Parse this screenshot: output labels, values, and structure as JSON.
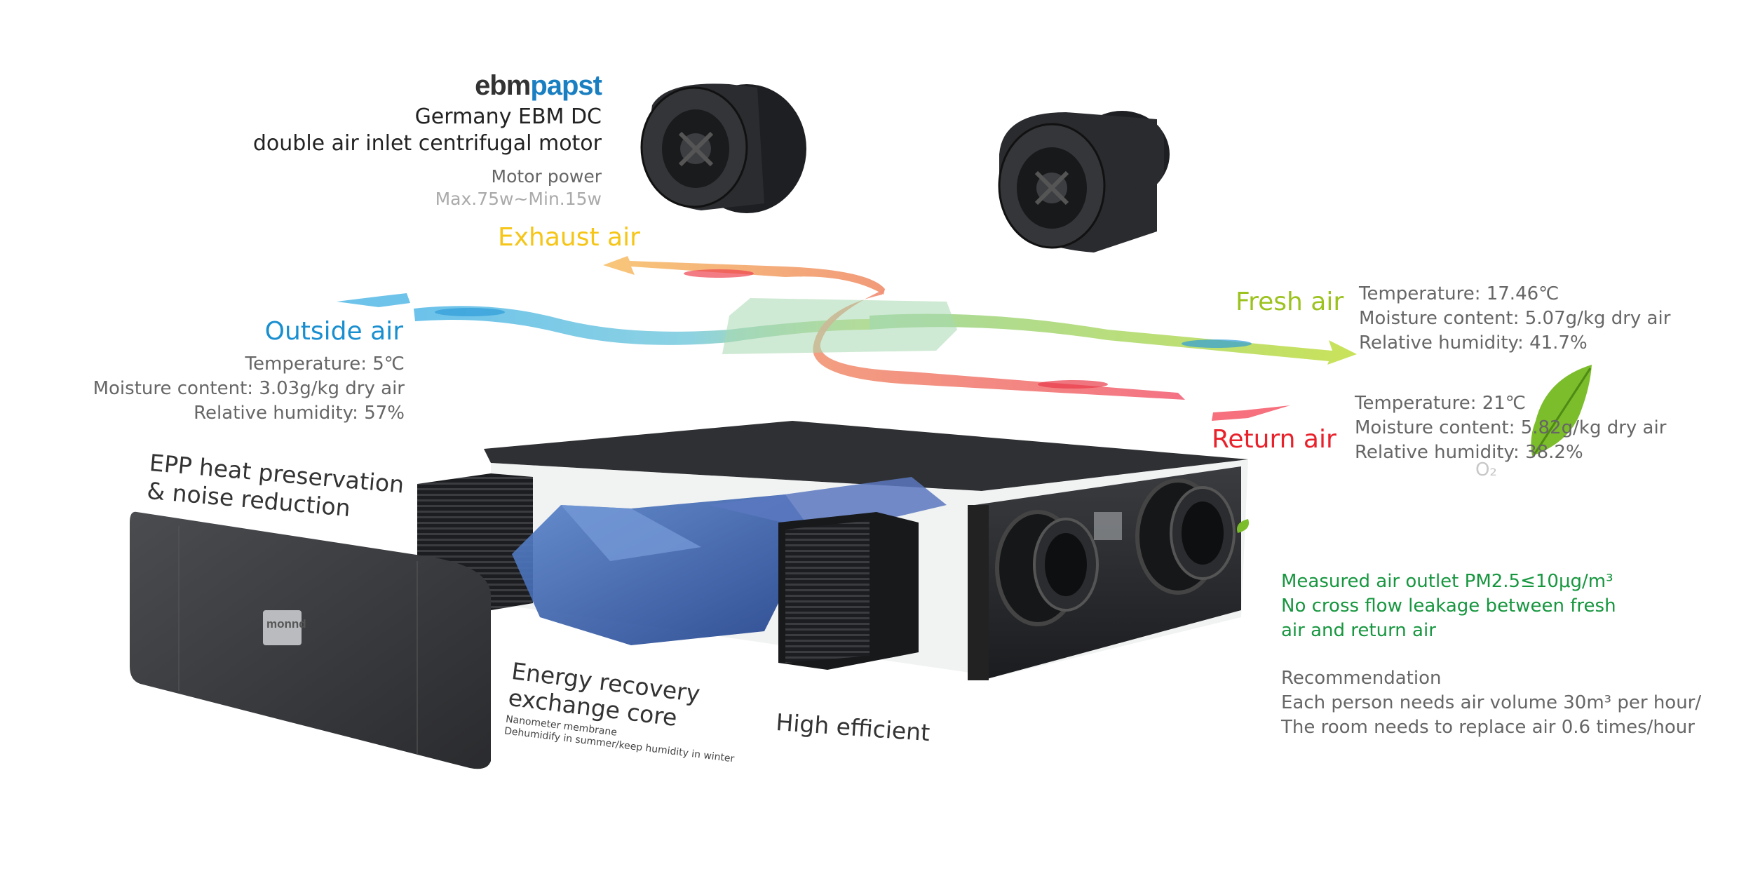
{
  "brand": {
    "part1": "ebm",
    "part2": "papst"
  },
  "motor": {
    "title_line1": "Germany EBM DC",
    "title_line2": "double air inlet centrifugal motor",
    "power_label": "Motor power",
    "power_value": "Max.75w~Min.15w"
  },
  "labels": {
    "exhaust": "Exhaust air",
    "outside": "Outside air",
    "fresh": "Fresh air",
    "return": "Return air",
    "epp_line1": "EPP heat preservation",
    "epp_line2": "& noise reduction",
    "core_line1": "Energy recovery",
    "core_line2": "exchange core",
    "core_sub1": "Nanometer membrane",
    "core_sub2": "Dehumidify in summer/keep humidity in winter",
    "filter": "High efficient",
    "panel_logo": "monnd",
    "o2": "O₂"
  },
  "outside_air": {
    "temperature": "Temperature: 5℃",
    "moisture": "Moisture content: 3.03g/kg dry air",
    "humidity": "Relative humidity: 57%"
  },
  "fresh_air": {
    "temperature": "Temperature: 17.46℃",
    "moisture": "Moisture content: 5.07g/kg dry air",
    "humidity": "Relative humidity: 41.7%"
  },
  "return_air": {
    "temperature": "Temperature: 21℃",
    "moisture": "Moisture content: 5.82g/kg dry air",
    "humidity": "Relative humidity: 38.2%"
  },
  "measured": {
    "line1": "Measured air outlet PM2.5≤10μg/m³",
    "line2": "No cross flow leakage between fresh",
    "line3": "air and return air"
  },
  "recommendation": {
    "title": "Recommendation",
    "line1": "Each person needs air volume 30m³ per hour/",
    "line2": "The room needs to replace air 0.6 times/hour"
  },
  "colors": {
    "exhaust": "#f5c518",
    "outside": "#1a8fd0",
    "fresh": "#9cc21f",
    "return": "#e8212b",
    "measured": "#17963f"
  }
}
